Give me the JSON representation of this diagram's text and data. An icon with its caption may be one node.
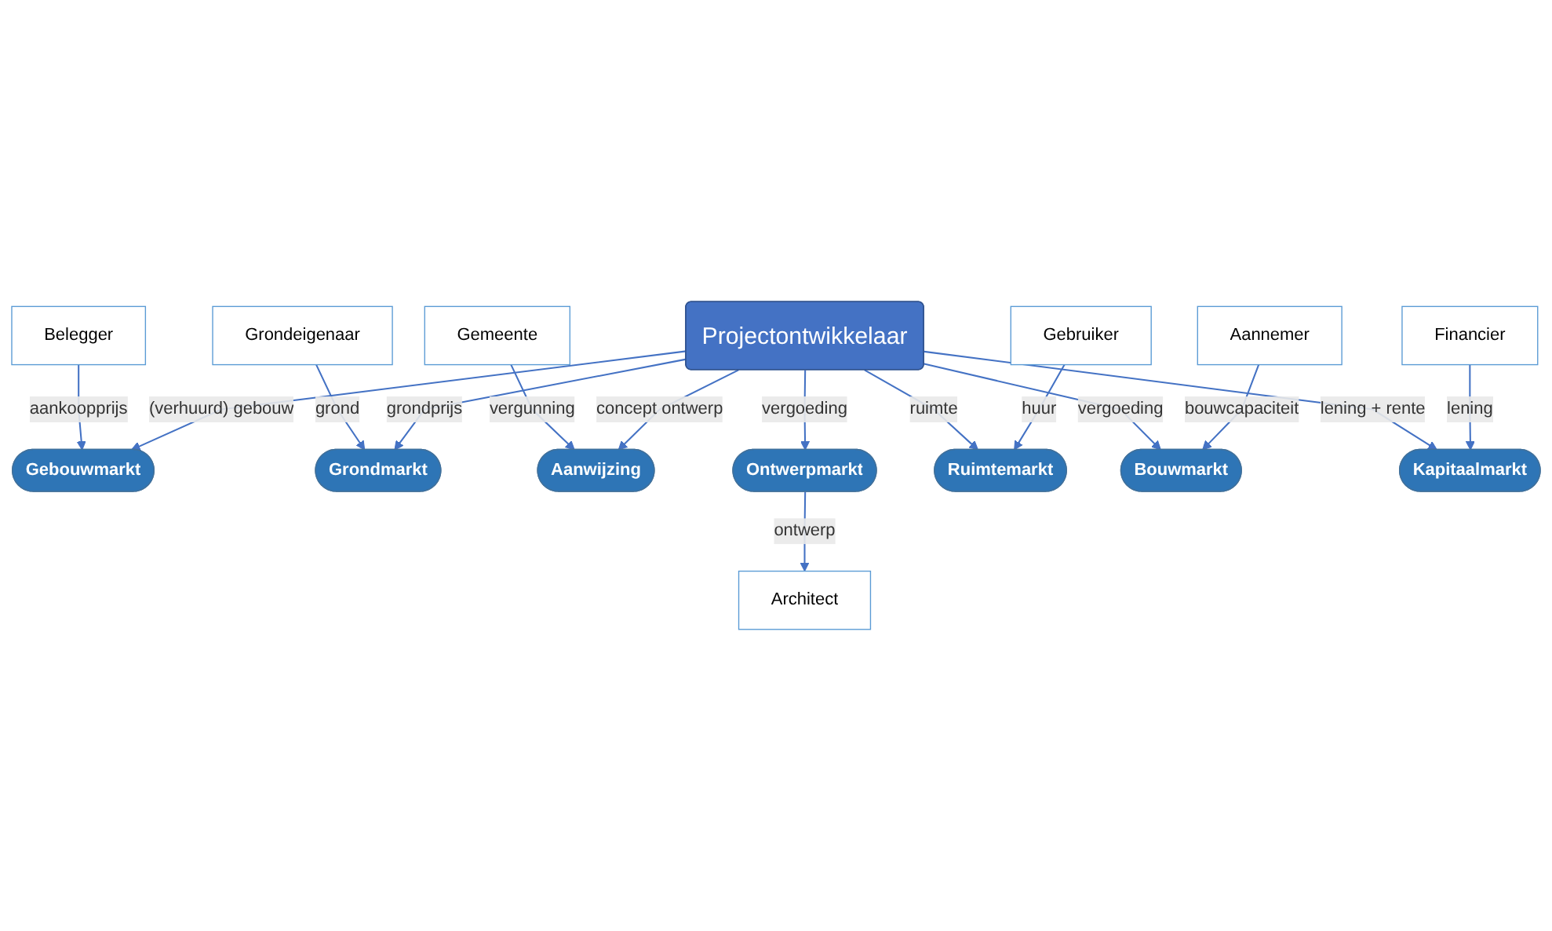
{
  "diagram": {
    "nodes": [
      {
        "text": [
          "Belegger"
        ]
      },
      {
        "text": [
          "Grondeigenaar"
        ]
      },
      {
        "text": [
          "Gemeente"
        ]
      },
      {
        "text": [
          "Gebouwmarkt"
        ]
      },
      {
        "text": [
          "Grondmarkt"
        ]
      },
      {
        "text": [
          "Aanwijzing"
        ]
      },
      {
        "text": [
          "Projectontwikkelaar"
        ]
      },
      {
        "text": [
          "Ontwerpmarkt"
        ]
      },
      {
        "text": [
          "Architect"
        ]
      },
      {
        "text": [
          "Ruimtemarkt"
        ]
      },
      {
        "text": [
          "Bouwmarkt"
        ]
      },
      {
        "text": [
          "Kapitaalmarkt"
        ]
      },
      {
        "text": [
          "Gebruiker"
        ]
      },
      {
        "text": [
          "Aannemer"
        ]
      },
      {
        "text": [
          "Financier"
        ]
      }
    ],
    "edges": [
      {
        "from": 0,
        "to": 3,
        "arrow": "to",
        "label": "aankoopprijs"
      },
      {
        "from": 1,
        "to": 4,
        "arrow": "to",
        "label": "grond"
      },
      {
        "from": 2,
        "to": 5,
        "arrow": "to",
        "label": "vergunning"
      },
      {
        "from": 6,
        "to": 3,
        "arrow": "to",
        "label": "(verhuurd) gebouw"
      },
      {
        "from": 6,
        "to": 4,
        "arrow": "to",
        "label": "grondprijs"
      },
      {
        "from": 6,
        "to": 5,
        "arrow": "to",
        "label": "concept ontwerp"
      },
      {
        "from": 6,
        "to": 7,
        "arrow": "to",
        "label": "vergoeding"
      },
      {
        "from": 7,
        "to": 8,
        "arrow": "to",
        "label": "ontwerp"
      },
      {
        "from": 6,
        "to": 9,
        "arrow": "to",
        "label": "ruimte"
      },
      {
        "from": 6,
        "to": 10,
        "arrow": "to",
        "label": "vergoeding"
      },
      {
        "from": 6,
        "to": 11,
        "arrow": "to",
        "label": "lening + rente"
      },
      {
        "from": 12,
        "to": 9,
        "arrow": "to",
        "label": "huur"
      },
      {
        "from": 13,
        "to": 10,
        "arrow": "to",
        "label": "bouwcapaciteit"
      },
      {
        "from": 14,
        "to": 11,
        "arrow": "to",
        "label": "lening"
      }
    ]
  }
}
